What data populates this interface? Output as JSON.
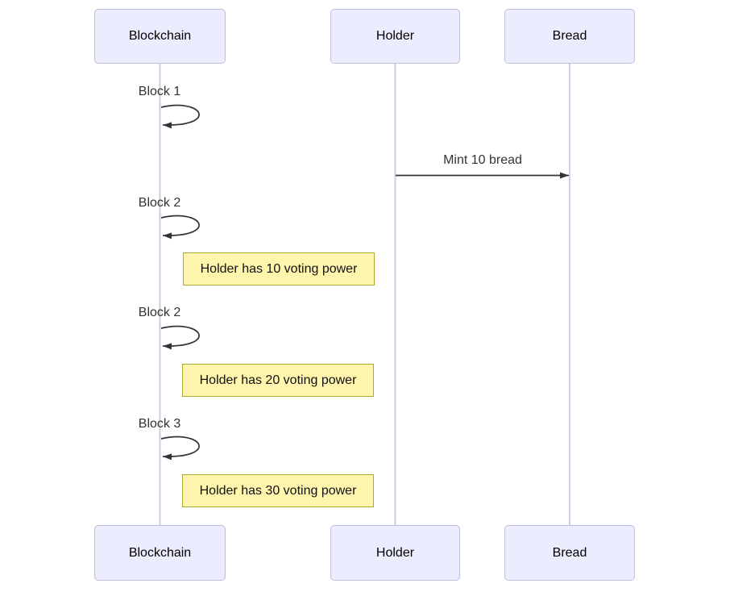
{
  "diagram": {
    "kind": "sequence-diagram",
    "colors": {
      "background": "#ffffff",
      "actor_fill": "#ECECFF",
      "actor_border": "#c0bfdc",
      "lifeline": "#cfcce2",
      "arrow": "#333333",
      "note_fill": "#FFF5AD",
      "note_border": "#AAAA33",
      "text": "#000000"
    },
    "actors": [
      {
        "label": "Blockchain"
      },
      {
        "label": "Holder"
      },
      {
        "label": "Bread"
      }
    ],
    "messages": [
      {
        "type": "self",
        "actor": "Blockchain",
        "label": "Block 1"
      },
      {
        "type": "arrow",
        "from": "Holder",
        "to": "Bread",
        "label": "Mint 10 bread"
      },
      {
        "type": "self",
        "actor": "Blockchain",
        "label": "Block 2"
      },
      {
        "type": "note",
        "label": "Holder has 10 voting power"
      },
      {
        "type": "self",
        "actor": "Blockchain",
        "label": "Block 2"
      },
      {
        "type": "note",
        "label": "Holder has 20 voting power"
      },
      {
        "type": "self",
        "actor": "Blockchain",
        "label": "Block 3"
      },
      {
        "type": "note",
        "label": "Holder has 30 voting power"
      }
    ]
  }
}
